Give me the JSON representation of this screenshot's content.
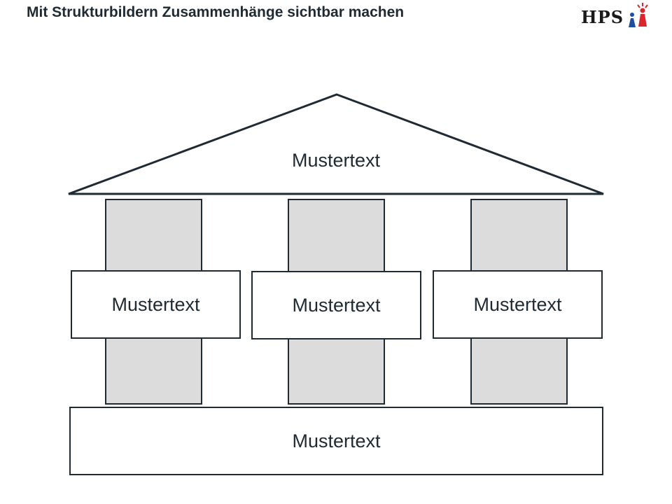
{
  "header": {
    "title": "Mit Strukturbildern Zusammenhänge sichtbar machen",
    "logo_text": "HPS"
  },
  "diagram": {
    "roof_label": "Mustertext",
    "pillar_labels": [
      "Mustertext",
      "Mustertext",
      "Mustertext"
    ],
    "base_label": "Mustertext"
  },
  "colors": {
    "stroke": "#1f2a33",
    "pillar_fill": "#dcdcdc",
    "box_fill": "#ffffff",
    "logo_red": "#d8262c",
    "logo_blue": "#1d4ea0"
  }
}
